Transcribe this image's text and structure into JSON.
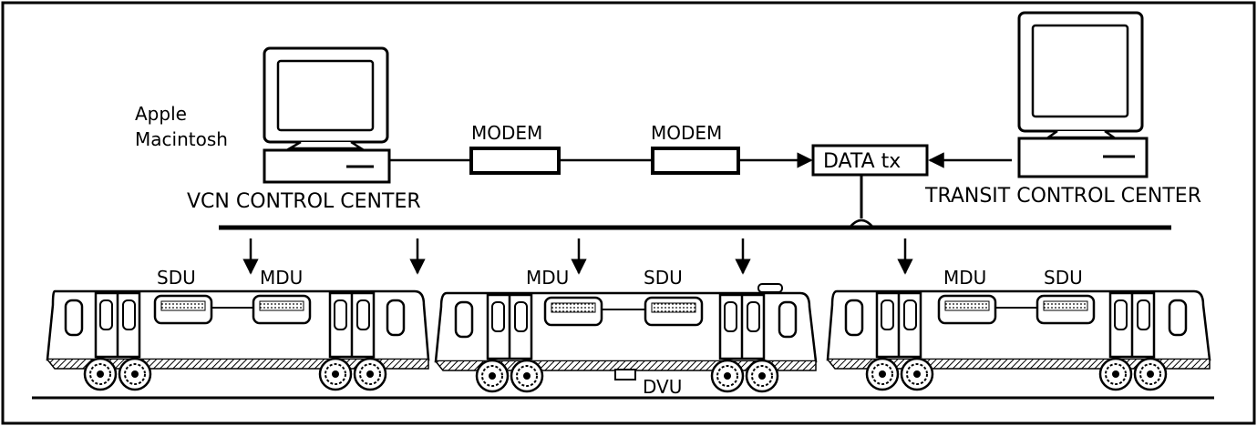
{
  "labels": {
    "apple_line1": "Apple",
    "apple_line2": "Macintosh",
    "vcn_center": "VCN CONTROL CENTER",
    "transit_center": "TRANSIT CONTROL CENTER",
    "modem_1": "MODEM",
    "modem_2": "MODEM",
    "data_tx": "DATA tx",
    "dvu": "DVU"
  },
  "cars": [
    {
      "units": [
        "SDU",
        "MDU"
      ]
    },
    {
      "units": [
        "MDU",
        "SDU"
      ]
    },
    {
      "units": [
        "MDU",
        "SDU"
      ]
    }
  ],
  "colors": {
    "ink": "#000000",
    "paper": "#ffffff"
  }
}
